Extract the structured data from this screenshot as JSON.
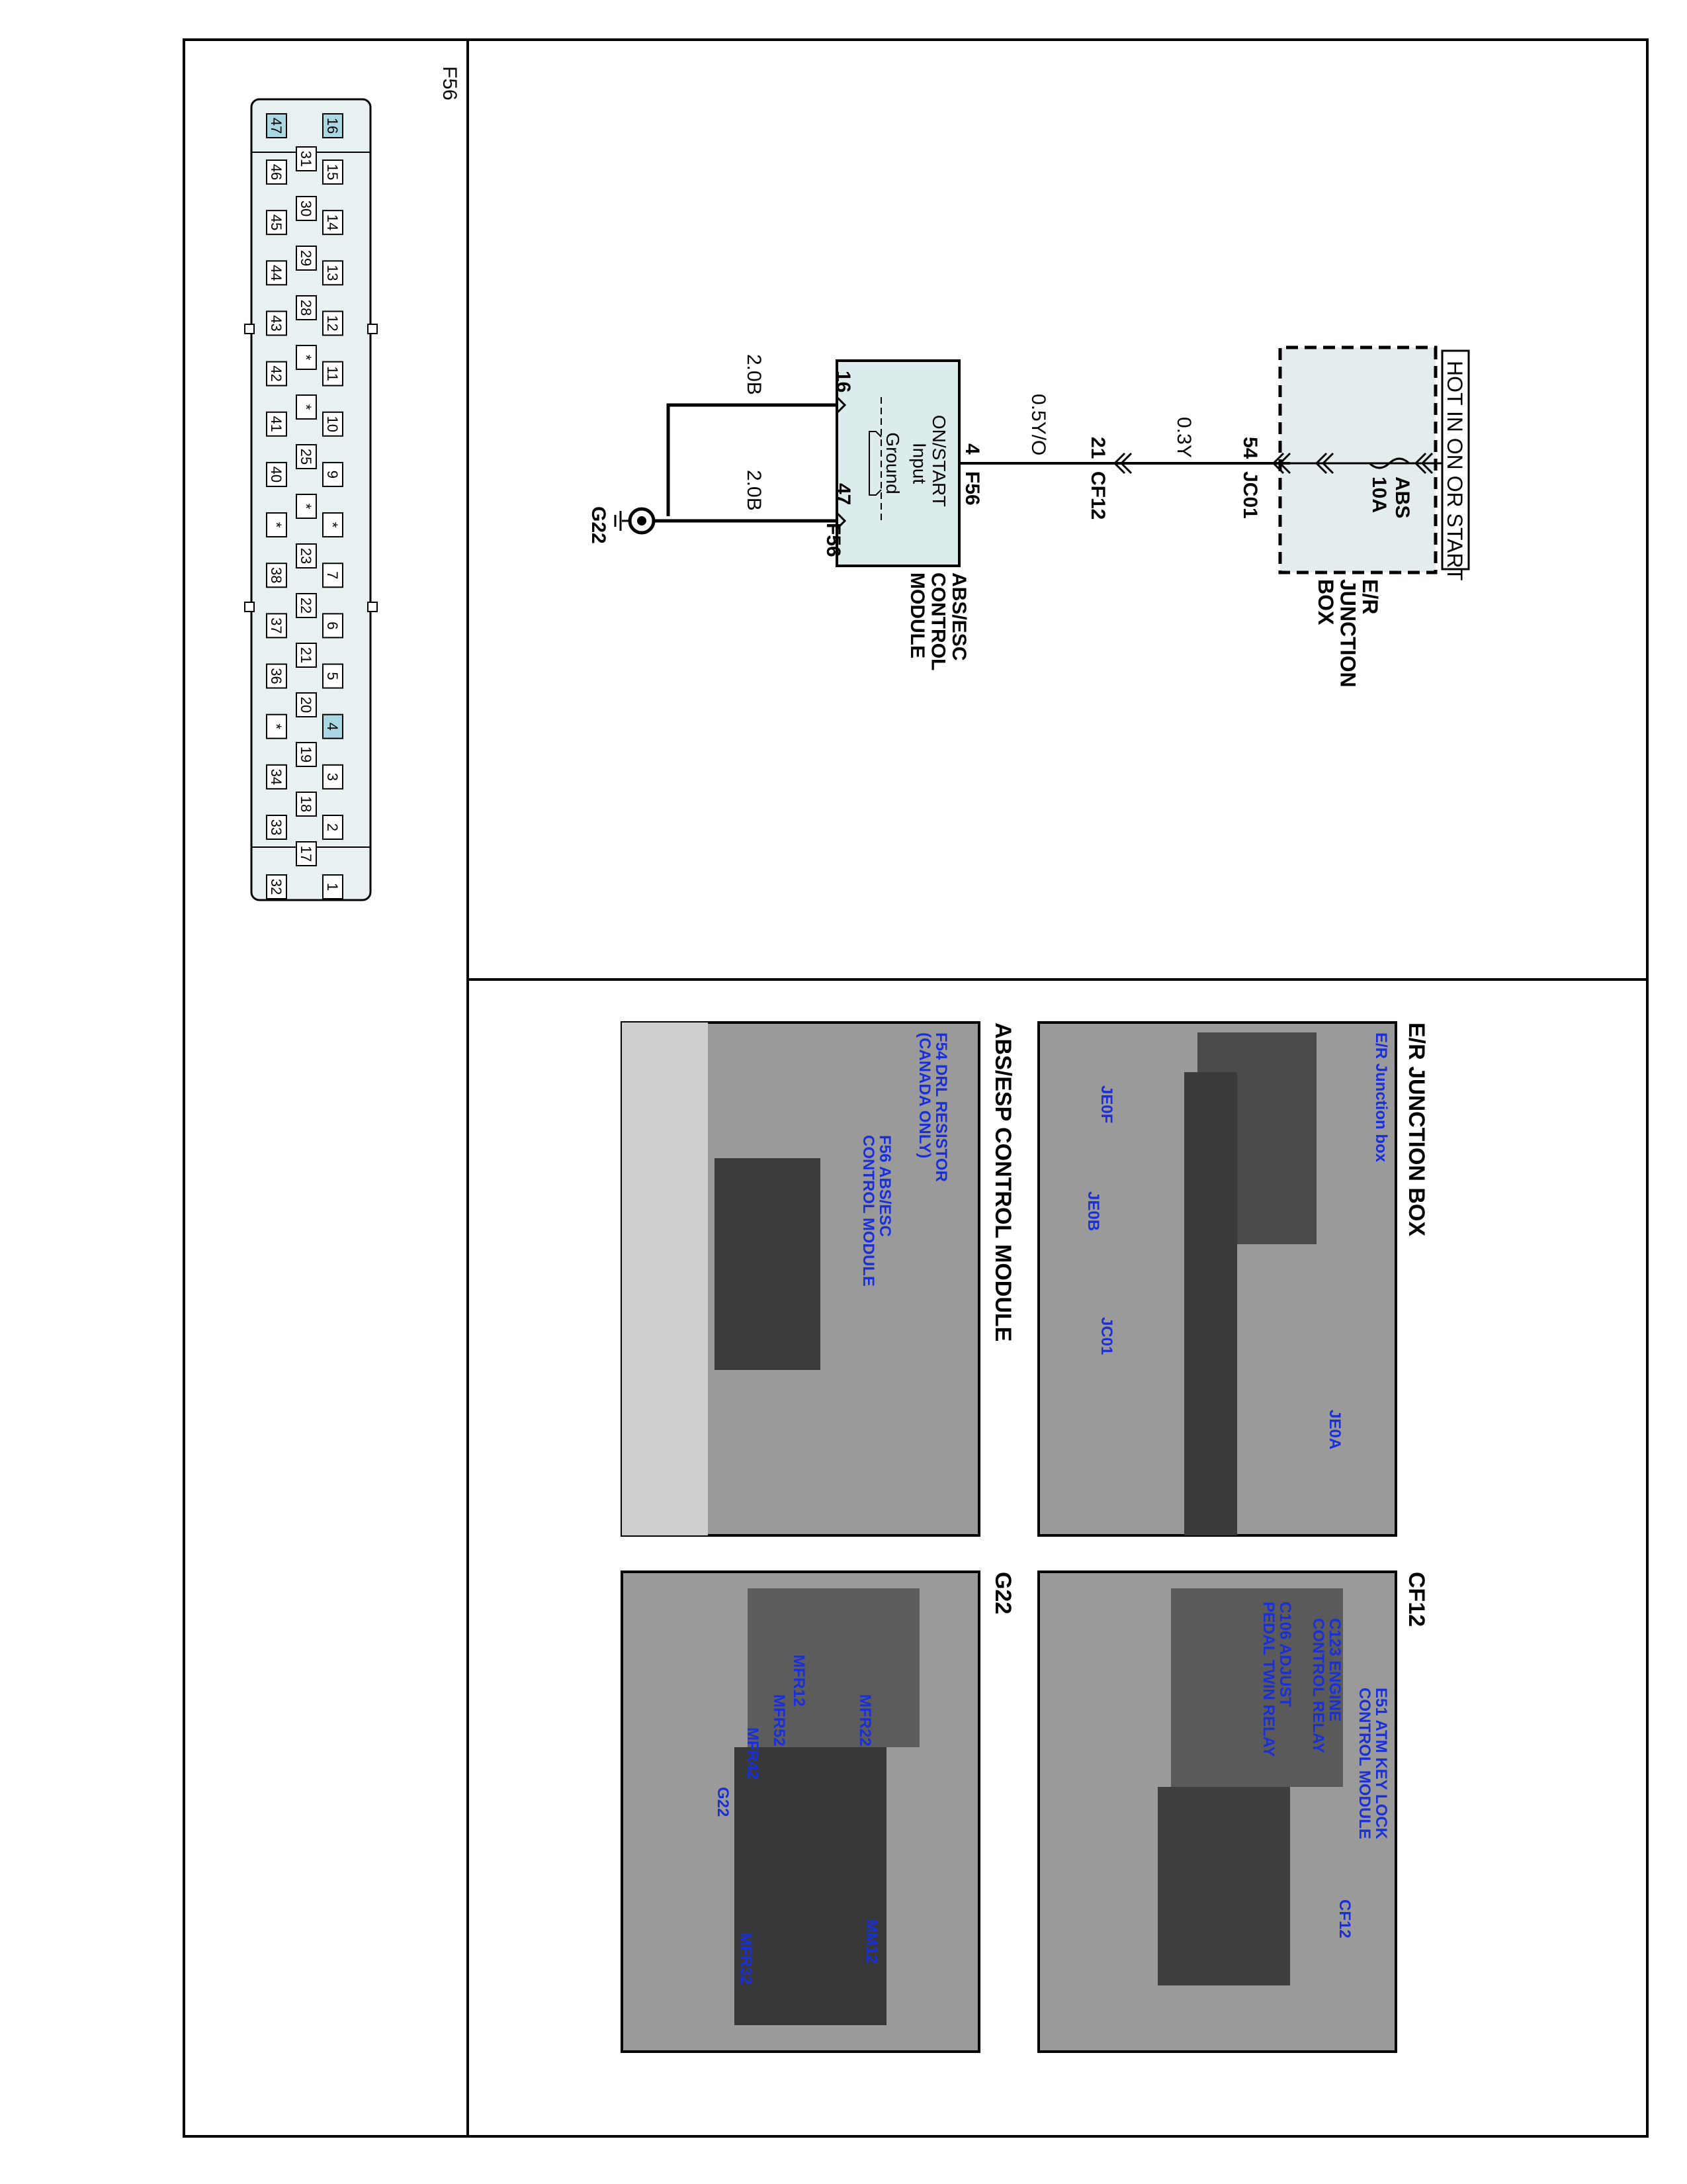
{
  "connector": {
    "id": "F56",
    "pins": [
      {
        "n": "16",
        "hl": true
      },
      {
        "n": "15"
      },
      {
        "n": "14"
      },
      {
        "n": "13"
      },
      {
        "n": "12"
      },
      {
        "n": "11"
      },
      {
        "n": "10"
      },
      {
        "n": "9"
      },
      {
        "n": "*"
      },
      {
        "n": "7"
      },
      {
        "n": "6"
      },
      {
        "n": "5"
      },
      {
        "n": "4",
        "hl": true
      },
      {
        "n": "3"
      },
      {
        "n": "2"
      },
      {
        "n": "1"
      },
      {
        "n": "31"
      },
      {
        "n": "30"
      },
      {
        "n": "29"
      },
      {
        "n": "28"
      },
      {
        "n": "*"
      },
      {
        "n": "*"
      },
      {
        "n": "25"
      },
      {
        "n": "*"
      },
      {
        "n": "23"
      },
      {
        "n": "22"
      },
      {
        "n": "21"
      },
      {
        "n": "20"
      },
      {
        "n": "19"
      },
      {
        "n": "18"
      },
      {
        "n": "17"
      },
      {
        "n": "47",
        "hl": true
      },
      {
        "n": "46"
      },
      {
        "n": "45"
      },
      {
        "n": "44"
      },
      {
        "n": "43"
      },
      {
        "n": "42"
      },
      {
        "n": "41"
      },
      {
        "n": "40"
      },
      {
        "n": "*"
      },
      {
        "n": "38"
      },
      {
        "n": "37"
      },
      {
        "n": "36"
      },
      {
        "n": "*"
      },
      {
        "n": "34"
      },
      {
        "n": "33"
      },
      {
        "n": "32"
      }
    ]
  },
  "schematic": {
    "hot_label": "HOT IN ON OR START",
    "junction_box": "E/R\nJUNCTION\nBOX",
    "fuse_name": "ABS",
    "fuse_rating": "10A",
    "pin_jc01": "54",
    "conn_jc01": "JC01",
    "wire1": "0.3Y",
    "pin_cf12": "21",
    "conn_cf12": "CF12",
    "wire2": "0.5Y/O",
    "pin_f56_4": "4",
    "conn_f56_a": "F56",
    "module_input": "ON/START\nInput",
    "module_ground": "Ground",
    "module_name": "ABS/ESC\nCONTROL\nMODULE",
    "pin_16": "16",
    "pin_47": "47",
    "conn_f56_b": "F56",
    "wire_g1": "2.0B",
    "wire_g2": "2.0B",
    "ground": "G22"
  },
  "photos": [
    {
      "title": "E/R JUNCTION BOX",
      "labels": [
        "E/R Junction box",
        "JE0F",
        "JE0B",
        "JC01",
        "JE0A"
      ]
    },
    {
      "title": "CF12",
      "labels": [
        "E51 ATM KEY LOCK\nCONTROL MODULE",
        "C123 ENGINE\nCONTROL RELAY",
        "C106 ADJUST\nPEDAL TWIN RELAY",
        "CF12"
      ]
    },
    {
      "title": "ABS/ESP CONTROL MODULE",
      "labels": [
        "F54 DRL RESISTOR\n(CANADA ONLY)",
        "F56 ABS/ESC\nCONTROL MODULE"
      ]
    },
    {
      "title": "G22",
      "labels": [
        "MFR12",
        "MFR22",
        "MFR52",
        "MFR42",
        "G22",
        "MM12",
        "MFR32"
      ]
    }
  ],
  "colors": {
    "highlight": "#a9d8e2",
    "module_fill": "#dcecec",
    "callout": "#1a2fd6",
    "photo_bg": "#9a9a9a"
  }
}
